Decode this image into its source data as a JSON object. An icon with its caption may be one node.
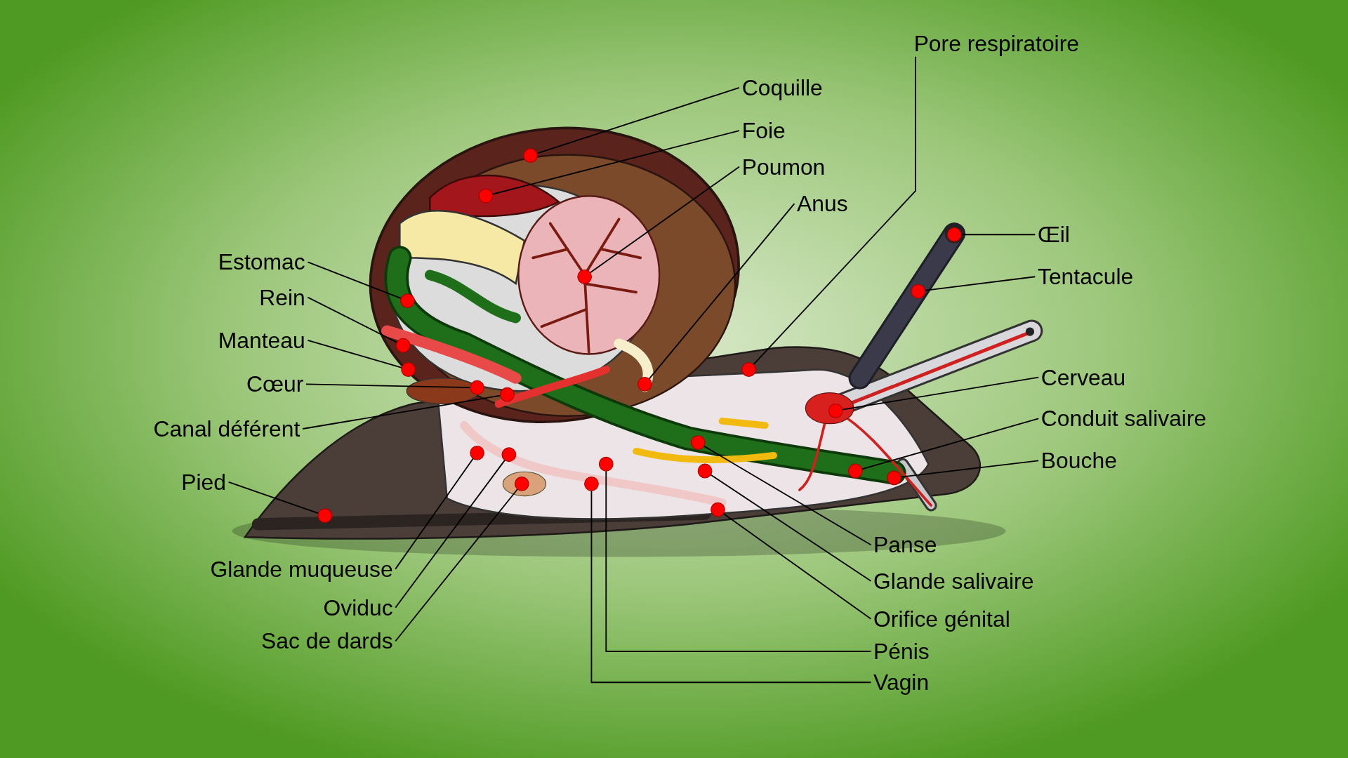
{
  "diagram": {
    "nodes": [
      {
        "text": [
          "Coquille"
        ]
      },
      {
        "text": [],
        "shape": "circle"
      },
      {
        "text": [
          "Foie"
        ]
      },
      {
        "text": [],
        "shape": "circle"
      },
      {
        "text": [
          "Poumon"
        ]
      },
      {
        "text": [],
        "shape": "circle"
      },
      {
        "text": [
          "Anus"
        ]
      },
      {
        "text": [],
        "shape": "circle"
      },
      {
        "text": [
          "Pore respiratoire"
        ]
      },
      {
        "text": [],
        "shape": "circle"
      },
      {
        "text": [
          "Œil"
        ]
      },
      {
        "text": [],
        "shape": "circle"
      },
      {
        "text": [
          "Tentacule"
        ]
      },
      {
        "text": [],
        "shape": "circle"
      },
      {
        "text": [
          "Cerveau"
        ]
      },
      {
        "text": [],
        "shape": "circle"
      },
      {
        "text": [
          "Conduit salivaire"
        ]
      },
      {
        "text": [],
        "shape": "circle"
      },
      {
        "text": [
          "Bouche"
        ]
      },
      {
        "text": [],
        "shape": "circle"
      },
      {
        "text": [
          "Panse"
        ]
      },
      {
        "text": [],
        "shape": "circle"
      },
      {
        "text": [
          "Glande salivaire"
        ]
      },
      {
        "text": [],
        "shape": "circle"
      },
      {
        "text": [
          "Orifice génital"
        ]
      },
      {
        "text": [],
        "shape": "circle"
      },
      {
        "text": [
          "Pénis"
        ]
      },
      {
        "text": [],
        "shape": "circle"
      },
      {
        "text": [
          "Vagin"
        ]
      },
      {
        "text": [],
        "shape": "circle"
      },
      {
        "text": [
          "Estomac"
        ]
      },
      {
        "text": [],
        "shape": "circle"
      },
      {
        "text": [
          "Rein"
        ]
      },
      {
        "text": [],
        "shape": "circle"
      },
      {
        "text": [
          "Manteau"
        ]
      },
      {
        "text": [],
        "shape": "circle"
      },
      {
        "text": [
          "Cœur"
        ]
      },
      {
        "text": [],
        "shape": "circle"
      },
      {
        "text": [
          "Canal déférent"
        ]
      },
      {
        "text": [],
        "shape": "circle"
      },
      {
        "text": [
          "Pied"
        ]
      },
      {
        "text": [],
        "shape": "circle"
      },
      {
        "text": [
          "Glande muqueuse"
        ]
      },
      {
        "text": [],
        "shape": "circle"
      },
      {
        "text": [
          "Oviduc"
        ]
      },
      {
        "text": [],
        "shape": "circle"
      },
      {
        "text": [
          "Sac de dards"
        ]
      },
      {
        "text": [],
        "shape": "circle"
      }
    ],
    "edges": [
      {
        "from": 0,
        "to": 1,
        "arrow": "none"
      },
      {
        "from": 2,
        "to": 3,
        "arrow": "none"
      },
      {
        "from": 4,
        "to": 5,
        "arrow": "none"
      },
      {
        "from": 6,
        "to": 7,
        "arrow": "none"
      },
      {
        "from": 8,
        "to": 9,
        "arrow": "none"
      },
      {
        "from": 10,
        "to": 11,
        "arrow": "none"
      },
      {
        "from": 12,
        "to": 13,
        "arrow": "none"
      },
      {
        "from": 14,
        "to": 15,
        "arrow": "none"
      },
      {
        "from": 16,
        "to": 17,
        "arrow": "none"
      },
      {
        "from": 18,
        "to": 19,
        "arrow": "none"
      },
      {
        "from": 20,
        "to": 21,
        "arrow": "none"
      },
      {
        "from": 22,
        "to": 23,
        "arrow": "none"
      },
      {
        "from": 24,
        "to": 25,
        "arrow": "none"
      },
      {
        "from": 26,
        "to": 27,
        "arrow": "none"
      },
      {
        "from": 28,
        "to": 29,
        "arrow": "none"
      },
      {
        "from": 30,
        "to": 31,
        "arrow": "none"
      },
      {
        "from": 32,
        "to": 33,
        "arrow": "none"
      },
      {
        "from": 34,
        "to": 35,
        "arrow": "none"
      },
      {
        "from": 36,
        "to": 37,
        "arrow": "none"
      },
      {
        "from": 38,
        "to": 39,
        "arrow": "none"
      },
      {
        "from": 40,
        "to": 41,
        "arrow": "none"
      },
      {
        "from": 42,
        "to": 43,
        "arrow": "none"
      },
      {
        "from": 44,
        "to": 45,
        "arrow": "none"
      },
      {
        "from": 46,
        "to": 47,
        "arrow": "none"
      }
    ]
  }
}
